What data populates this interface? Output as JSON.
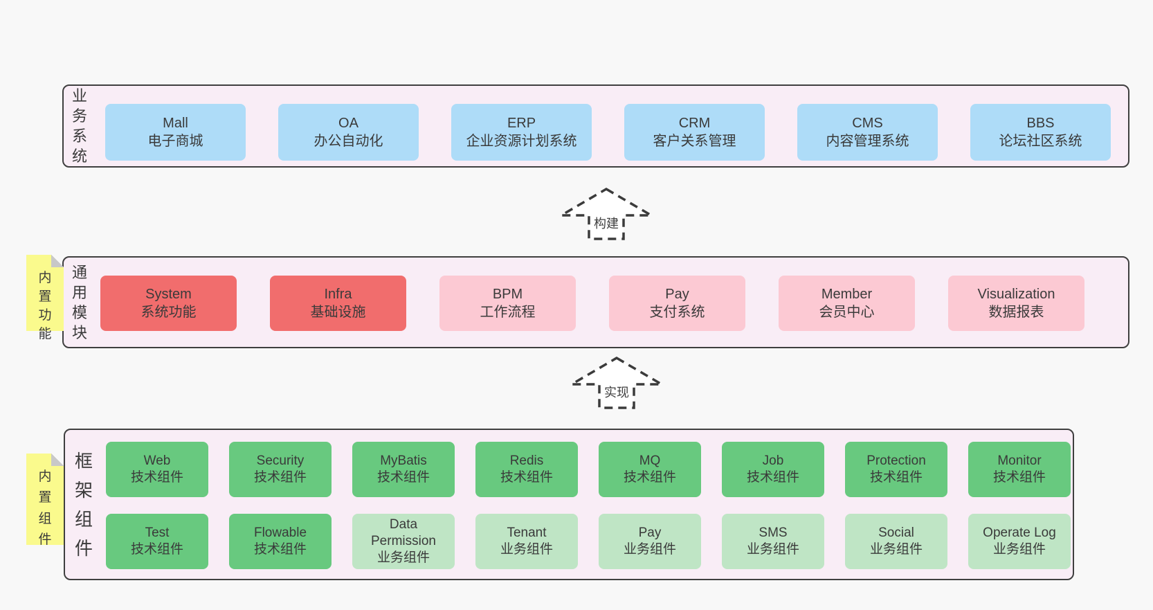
{
  "colors": {
    "page_bg": "#f8f8f8",
    "panel_bg": "#f9edf6",
    "panel_border": "#3f3f3f",
    "blue": "#aedcf8",
    "red": "#f16d6d",
    "pink": "#fcc9d3",
    "green": "#68c97f",
    "green_light": "#bfe5c5",
    "sticky_yellow": "#fafa8d",
    "fold_gray": "#c8c8c8",
    "text": "#3a3a3a"
  },
  "arrows": [
    {
      "label": "构建"
    },
    {
      "label": "实现"
    }
  ],
  "layers": [
    {
      "label": "业务系统",
      "rows": [
        [
          {
            "title": "Mall",
            "subtitle": "电子商城",
            "type": "blue"
          },
          {
            "title": "OA",
            "subtitle": "办公自动化",
            "type": "blue"
          },
          {
            "title": "ERP",
            "subtitle": "企业资源计划系统",
            "type": "blue"
          },
          {
            "title": "CRM",
            "subtitle": "客户关系管理",
            "type": "blue"
          },
          {
            "title": "CMS",
            "subtitle": "内容管理系统",
            "type": "blue"
          },
          {
            "title": "BBS",
            "subtitle": "论坛社区系统",
            "type": "blue"
          }
        ]
      ]
    },
    {
      "label": "通用模块",
      "sticky": "内置功能",
      "rows": [
        [
          {
            "title": "System",
            "subtitle": "系统功能",
            "type": "red"
          },
          {
            "title": "Infra",
            "subtitle": "基础设施",
            "type": "red"
          },
          {
            "title": "BPM",
            "subtitle": "工作流程",
            "type": "pink"
          },
          {
            "title": "Pay",
            "subtitle": "支付系统",
            "type": "pink"
          },
          {
            "title": "Member",
            "subtitle": "会员中心",
            "type": "pink"
          },
          {
            "title": "Visualization",
            "subtitle": "数据报表",
            "type": "pink"
          }
        ]
      ]
    },
    {
      "label": "框架组件",
      "sticky": "内置组件",
      "rows": [
        [
          {
            "title": "Web",
            "subtitle": "技术组件",
            "type": "green"
          },
          {
            "title": "Security",
            "subtitle": "技术组件",
            "type": "green"
          },
          {
            "title": "MyBatis",
            "subtitle": "技术组件",
            "type": "green"
          },
          {
            "title": "Redis",
            "subtitle": "技术组件",
            "type": "green"
          },
          {
            "title": "MQ",
            "subtitle": "技术组件",
            "type": "green"
          },
          {
            "title": "Job",
            "subtitle": "技术组件",
            "type": "green"
          },
          {
            "title": "Protection",
            "subtitle": "技术组件",
            "type": "green"
          },
          {
            "title": "Monitor",
            "subtitle": "技术组件",
            "type": "green"
          }
        ],
        [
          {
            "title": "Test",
            "subtitle": "技术组件",
            "type": "green"
          },
          {
            "title": "Flowable",
            "subtitle": "技术组件",
            "type": "green"
          },
          {
            "title": "Data Permission",
            "subtitle": "业务组件",
            "type": "green_light"
          },
          {
            "title": "Tenant",
            "subtitle": "业务组件",
            "type": "green_light"
          },
          {
            "title": "Pay",
            "subtitle": "业务组件",
            "type": "green_light"
          },
          {
            "title": "SMS",
            "subtitle": "业务组件",
            "type": "green_light"
          },
          {
            "title": "Social",
            "subtitle": "业务组件",
            "type": "green_light"
          },
          {
            "title": "Operate Log",
            "subtitle": "业务组件",
            "type": "green_light"
          }
        ]
      ]
    }
  ]
}
